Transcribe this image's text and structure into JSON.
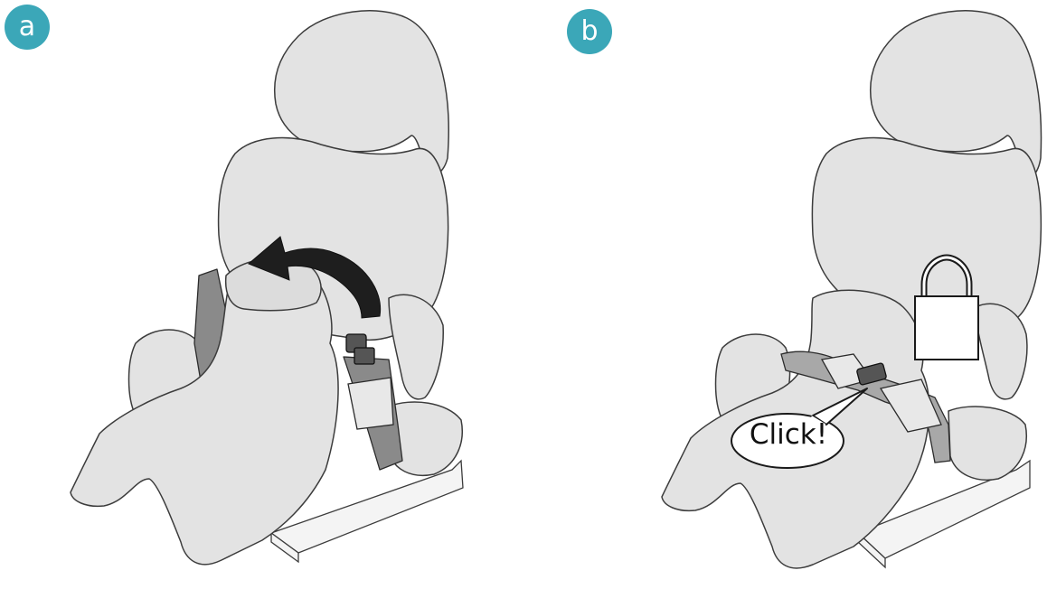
{
  "panels": [
    {
      "badge": "a"
    },
    {
      "badge": "b",
      "callout": "Click!"
    }
  ],
  "icons": {
    "arrow": "curved-arrow-icon",
    "lock": "padlock-icon"
  },
  "colors": {
    "badge": "#3ba7b8",
    "seat": "#e3e3e3",
    "strap": "#8a8a8a"
  }
}
